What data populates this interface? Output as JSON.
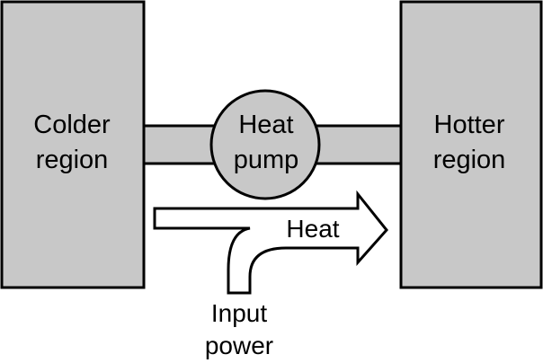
{
  "colors": {
    "fill": "#c8c8c8",
    "stroke": "#000000",
    "background": "#ffffff"
  },
  "colder_region": {
    "line1": "Colder",
    "line2": "region"
  },
  "hotter_region": {
    "line1": "Hotter",
    "line2": "region"
  },
  "heat_pump": {
    "line1": "Heat",
    "line2": "pump"
  },
  "heat_arrow": {
    "label": "Heat"
  },
  "input_power": {
    "line1": "Input",
    "line2": "power"
  }
}
